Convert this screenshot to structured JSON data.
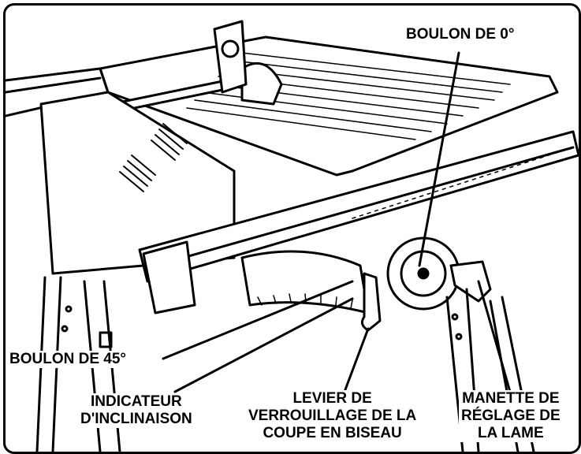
{
  "colors": {
    "ink": "#000000",
    "paper": "#ffffff"
  },
  "labels": {
    "bolt_0": "BOULON DE 0°",
    "bolt_45": "BOULON DE 45°",
    "tilt_indicator": [
      "INDICATEUR",
      "D'INCLINAISON"
    ],
    "bevel_lock_lever": [
      "LEVIER DE",
      "VERROUILLAGE DE LA",
      "COUPE EN BISEAU"
    ],
    "blade_handwheel": [
      "MANETTE DE",
      "RÉGLAGE DE",
      "LA LAME"
    ]
  }
}
